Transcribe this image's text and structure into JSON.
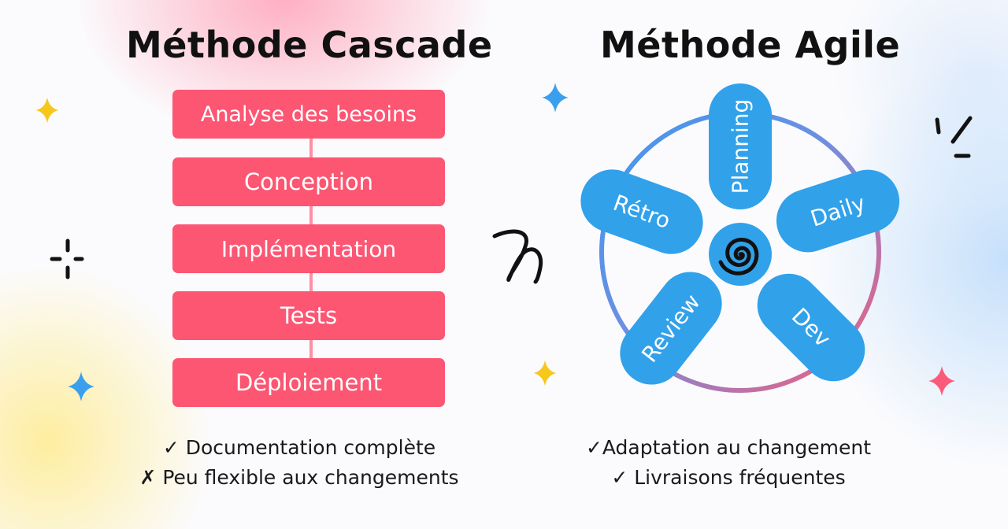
{
  "waterfall": {
    "title": "Méthode Cascade",
    "steps": [
      "Analyse des besoins",
      "Conception",
      "Implémentation",
      "Tests",
      "Déploiement"
    ],
    "bullets": [
      "✓ Documentation complète",
      "✗ Peu flexible aux changements"
    ]
  },
  "agile": {
    "title": "Méthode Agile",
    "phases": [
      "Planning",
      "Daily",
      "Dev",
      "Review",
      "Rétro"
    ],
    "bullets": [
      "✓Adaptation au changement",
      "✓ Livraisons fréquentes"
    ]
  },
  "colors": {
    "waterfall_box": "#fc5673",
    "agile_pill": "#31a1ea",
    "cycle_gradient": [
      "#3e98f0",
      "#fb5a78"
    ],
    "spiral_icon": "#111111"
  },
  "icons": [
    "sparkle-icon",
    "spiral-icon",
    "squiggle-icon",
    "burst-icon"
  ]
}
